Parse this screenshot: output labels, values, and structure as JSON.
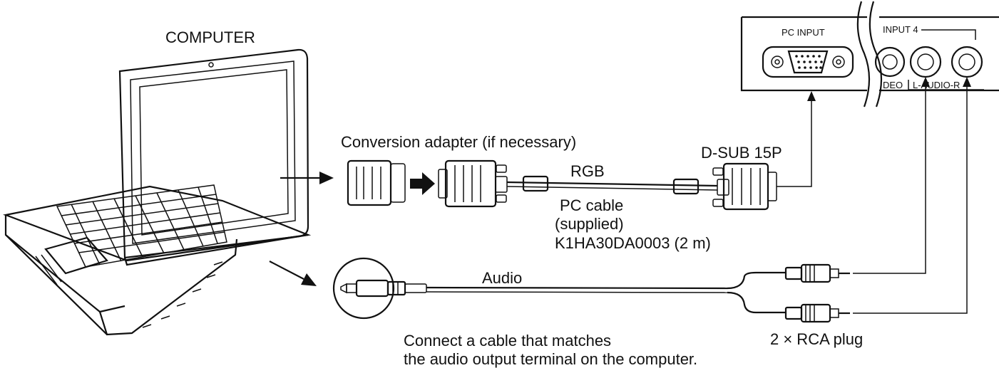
{
  "labels": {
    "computer": "COMPUTER",
    "conversion_adapter": "Conversion adapter (if necessary)",
    "dsub": "D-SUB 15P",
    "rgb": "RGB",
    "pc_cable": "PC cable",
    "supplied": "(supplied)",
    "part_number": "K1HA30DA0003 (2 m)",
    "audio": "Audio",
    "connect_line1": "Connect a cable that matches",
    "connect_line2": "the audio output terminal on the computer.",
    "rca_plug": "2 × RCA plug",
    "pc_input": "PC INPUT",
    "input4": "INPUT 4",
    "video": "DEO",
    "audio_lr": "L-AUDIO-R"
  }
}
